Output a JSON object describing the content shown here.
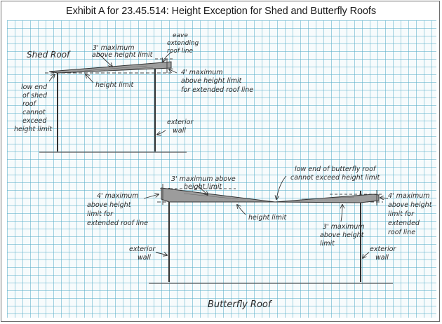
{
  "title": "Exhibit A for 23.45.514:  Height Exception for Shed and Butterfly Roofs",
  "shed": {
    "heading": "Shed Roof",
    "note_3ft": [
      "3' maximum",
      "above height limit"
    ],
    "note_eave": [
      "eave",
      "extending",
      "roof line"
    ],
    "note_4ft": [
      "4' maximum",
      "above height limit",
      "for extended roof line"
    ],
    "height_limit": "height limit",
    "low_end": [
      "low end",
      "of shed",
      "roof",
      "cannot",
      "exceed",
      "height limit"
    ],
    "exterior_wall": [
      "exterior",
      "wall"
    ]
  },
  "butterfly": {
    "heading": "Butterfly Roof",
    "note_3ft_top": [
      "3' maximum above",
      "height limit"
    ],
    "note_low_end": [
      "low end of butterfly roof",
      "cannot exceed height limit"
    ],
    "note_4ft_left": [
      "4' maximum",
      "above height",
      "limit for",
      "extended roof line"
    ],
    "note_4ft_right": [
      "4' maximum",
      "above height",
      "limit for",
      "extended",
      "roof line"
    ],
    "height_limit": "height limit",
    "note_3ft_right": [
      "3' maximum",
      "above height",
      "limit"
    ],
    "exterior_wall_left": [
      "exterior",
      "wall"
    ],
    "exterior_wall_right": [
      "exterior",
      "wall"
    ]
  }
}
